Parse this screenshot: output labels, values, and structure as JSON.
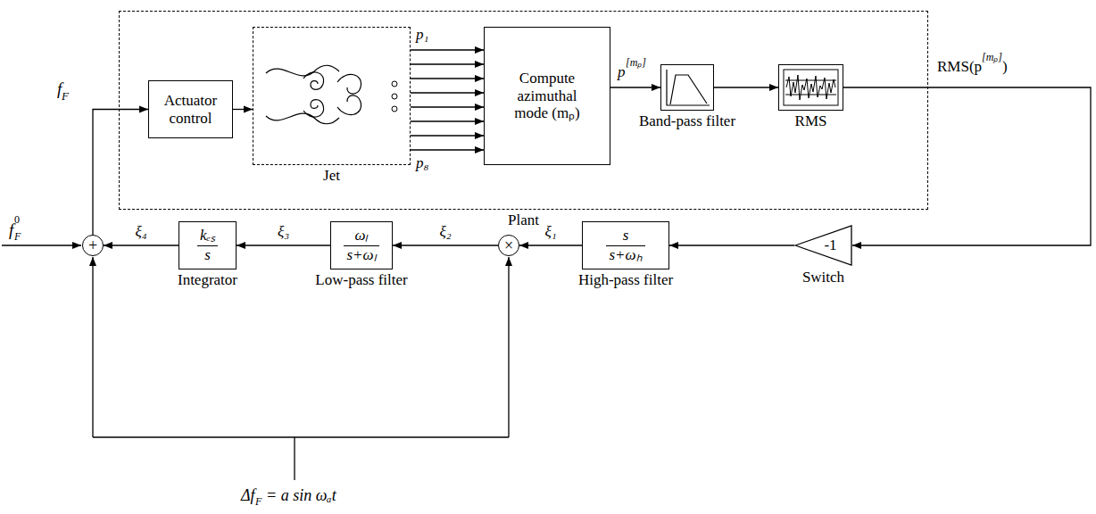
{
  "diagram": {
    "nodes": [
      {
        "text": [
          "Plant"
        ]
      },
      {
        "text": [
          "Actuator control"
        ],
        "in": 0
      },
      {
        "text": [
          "Jet"
        ],
        "in": 0
      },
      {
        "text": [
          "Compute azimuthal mode (mₚ)"
        ],
        "in": 0
      },
      {
        "text": [
          "Band-pass filter"
        ],
        "in": 0
      },
      {
        "text": [
          "RMS"
        ],
        "in": 0
      },
      {
        "text": [
          "-1",
          "Switch"
        ]
      },
      {
        "text": [
          "s",
          "s+ωₕ",
          "High-pass filter"
        ]
      },
      {
        "text": [
          "×"
        ]
      },
      {
        "text": [
          "ωₗ",
          "s+ωₗ",
          "Low-pass filter"
        ]
      },
      {
        "text": [
          "kₑₛ",
          "s",
          "Integrator"
        ]
      },
      {
        "text": [
          "+"
        ]
      }
    ],
    "edges": [
      {
        "from": 1,
        "to": 2,
        "arrow": "to"
      },
      {
        "from": 2,
        "to": 3,
        "arrow": "to"
      },
      {
        "from": 2,
        "to": 3,
        "arrow": "to"
      },
      {
        "from": 2,
        "to": 3,
        "arrow": "to"
      },
      {
        "from": 2,
        "to": 3,
        "arrow": "to"
      },
      {
        "from": 2,
        "to": 3,
        "arrow": "to"
      },
      {
        "from": 2,
        "to": 3,
        "arrow": "to"
      },
      {
        "from": 2,
        "to": 3,
        "arrow": "to"
      },
      {
        "from": 2,
        "to": 3,
        "arrow": "to"
      },
      {
        "from": 3,
        "to": 4,
        "arrow": "to"
      },
      {
        "from": 4,
        "to": 5,
        "arrow": "to"
      },
      {
        "from": 5,
        "to": 6,
        "arrow": "to"
      },
      {
        "from": 6,
        "to": 7,
        "arrow": "to"
      },
      {
        "from": 7,
        "to": 8,
        "label": "ξ₁",
        "arrow": "to"
      },
      {
        "from": 8,
        "to": 9,
        "label": "ξ₂",
        "arrow": "to"
      },
      {
        "from": 9,
        "to": 10,
        "label": "ξ₃",
        "arrow": "to"
      },
      {
        "from": 10,
        "to": 11,
        "label": "ξ₄",
        "arrow": "to"
      },
      {
        "from": 11,
        "to": 1,
        "arrow": "to"
      }
    ],
    "labels": [
      "f",
      "F",
      "f",
      "0",
      "F",
      "p₁",
      "p₈",
      "p",
      "[mₚ]",
      "RMS(p",
      "[mₚ]",
      ")",
      "Δf",
      "F",
      "= a sin ωₐt"
    ]
  }
}
